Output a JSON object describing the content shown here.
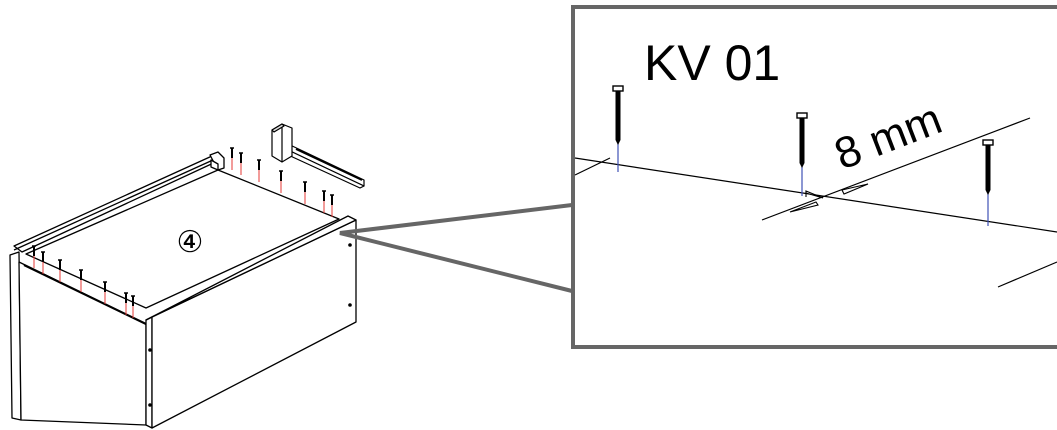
{
  "step": {
    "number": "④"
  },
  "detail": {
    "part_code": "KV 01",
    "spacing_label": "8 mm"
  },
  "colors": {
    "line": "#000000",
    "callout_frame": "#666666",
    "nail_guide_red": "#e53935",
    "nail_guide_blue": "#3f51b5"
  }
}
